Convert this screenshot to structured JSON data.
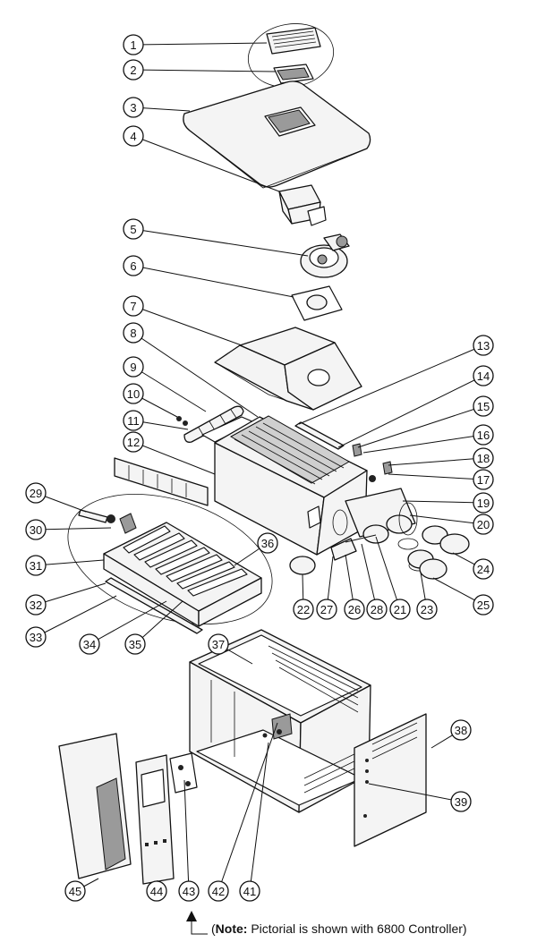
{
  "note": {
    "prefix": "(",
    "label": "Note:",
    "text": " Pictorial is shown with 6800 Controller)"
  },
  "callouts": [
    "1",
    "2",
    "3",
    "4",
    "5",
    "6",
    "7",
    "8",
    "9",
    "10",
    "11",
    "12",
    "13",
    "14",
    "15",
    "16",
    "17",
    "18",
    "19",
    "20",
    "21",
    "22",
    "23",
    "24",
    "25",
    "26",
    "27",
    "28",
    "29",
    "30",
    "31",
    "32",
    "33",
    "34",
    "35",
    "36",
    "37",
    "38",
    "39",
    "41",
    "42",
    "43",
    "44",
    "45"
  ]
}
